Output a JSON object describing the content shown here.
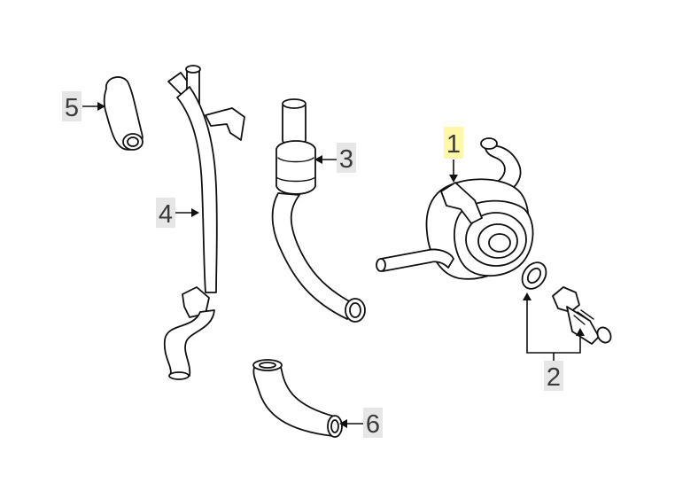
{
  "colors": {
    "label_background": "#e6e6e6",
    "highlight_background": "#fff7a8",
    "line": "#111111",
    "text": "#3a3a3a"
  },
  "callouts": [
    {
      "number": "1",
      "highlighted": true
    },
    {
      "number": "2",
      "highlighted": false
    },
    {
      "number": "3",
      "highlighted": false
    },
    {
      "number": "4",
      "highlighted": false
    },
    {
      "number": "5",
      "highlighted": false
    },
    {
      "number": "6",
      "highlighted": false
    }
  ]
}
